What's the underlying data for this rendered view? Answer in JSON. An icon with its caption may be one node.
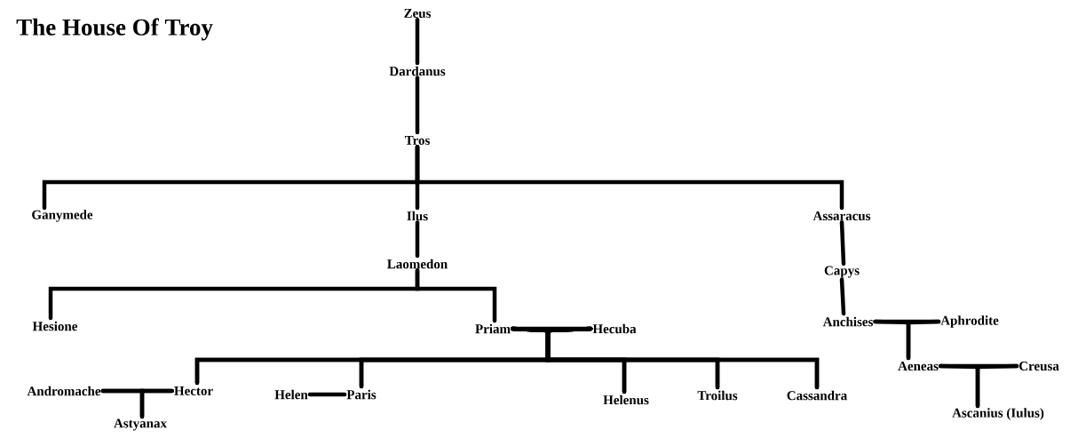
{
  "diagram": {
    "title": "The House Of Troy",
    "nodes": [
      {
        "text": [
          "Zeus"
        ]
      },
      {
        "text": [
          "Dardanus"
        ]
      },
      {
        "text": [
          "Tros"
        ]
      },
      {
        "text": [
          "Ganymede"
        ]
      },
      {
        "text": [
          "Ilus"
        ]
      },
      {
        "text": [
          "Assaracus"
        ]
      },
      {
        "text": [
          "Laomedon"
        ]
      },
      {
        "text": [
          "Capys"
        ]
      },
      {
        "text": [
          "Hesione"
        ]
      },
      {
        "text": [
          "Priam"
        ]
      },
      {
        "text": [
          "Hecuba"
        ]
      },
      {
        "text": [
          "Anchises"
        ]
      },
      {
        "text": [
          "Aphrodite"
        ]
      },
      {
        "text": [
          "Andromache"
        ]
      },
      {
        "text": [
          "Hector"
        ]
      },
      {
        "text": [
          "Helen"
        ]
      },
      {
        "text": [
          "Paris"
        ]
      },
      {
        "text": [
          "Helenus"
        ]
      },
      {
        "text": [
          "Troilus"
        ]
      },
      {
        "text": [
          "Cassandra"
        ]
      },
      {
        "text": [
          "Aeneas"
        ]
      },
      {
        "text": [
          "Creusa"
        ]
      },
      {
        "text": [
          "Astyanax"
        ]
      },
      {
        "text": [
          "Ascanius (Iulus)"
        ]
      }
    ],
    "edges": [
      {
        "from": 0,
        "to": 1,
        "arrow": "none"
      },
      {
        "from": 1,
        "to": 2,
        "arrow": "none"
      },
      {
        "from": 2,
        "to": 3,
        "arrow": "none"
      },
      {
        "from": 2,
        "to": 4,
        "arrow": "none"
      },
      {
        "from": 2,
        "to": 5,
        "arrow": "none"
      },
      {
        "from": 4,
        "to": 6,
        "arrow": "none"
      },
      {
        "from": 5,
        "to": 7,
        "arrow": "none"
      },
      {
        "from": 6,
        "to": 8,
        "arrow": "none"
      },
      {
        "from": 6,
        "to": 9,
        "arrow": "none"
      },
      {
        "from": 7,
        "to": 11,
        "arrow": "none"
      },
      {
        "from": 9,
        "to": 10,
        "arrow": "none"
      },
      {
        "from": 9,
        "to": 14,
        "arrow": "none"
      },
      {
        "from": 9,
        "to": 16,
        "arrow": "none"
      },
      {
        "from": 9,
        "to": 17,
        "arrow": "none"
      },
      {
        "from": 9,
        "to": 18,
        "arrow": "none"
      },
      {
        "from": 9,
        "to": 19,
        "arrow": "none"
      },
      {
        "from": 10,
        "to": 14,
        "arrow": "none"
      },
      {
        "from": 10,
        "to": 16,
        "arrow": "none"
      },
      {
        "from": 10,
        "to": 17,
        "arrow": "none"
      },
      {
        "from": 10,
        "to": 18,
        "arrow": "none"
      },
      {
        "from": 10,
        "to": 19,
        "arrow": "none"
      },
      {
        "from": 11,
        "to": 12,
        "arrow": "none"
      },
      {
        "from": 11,
        "to": 20,
        "arrow": "none"
      },
      {
        "from": 12,
        "to": 20,
        "arrow": "none"
      },
      {
        "from": 13,
        "to": 14,
        "arrow": "none"
      },
      {
        "from": 13,
        "to": 22,
        "arrow": "none"
      },
      {
        "from": 14,
        "to": 22,
        "arrow": "none"
      },
      {
        "from": 15,
        "to": 16,
        "arrow": "none"
      },
      {
        "from": 20,
        "to": 21,
        "arrow": "none"
      },
      {
        "from": 20,
        "to": 23,
        "arrow": "none"
      },
      {
        "from": 21,
        "to": 23,
        "arrow": "none"
      }
    ]
  }
}
